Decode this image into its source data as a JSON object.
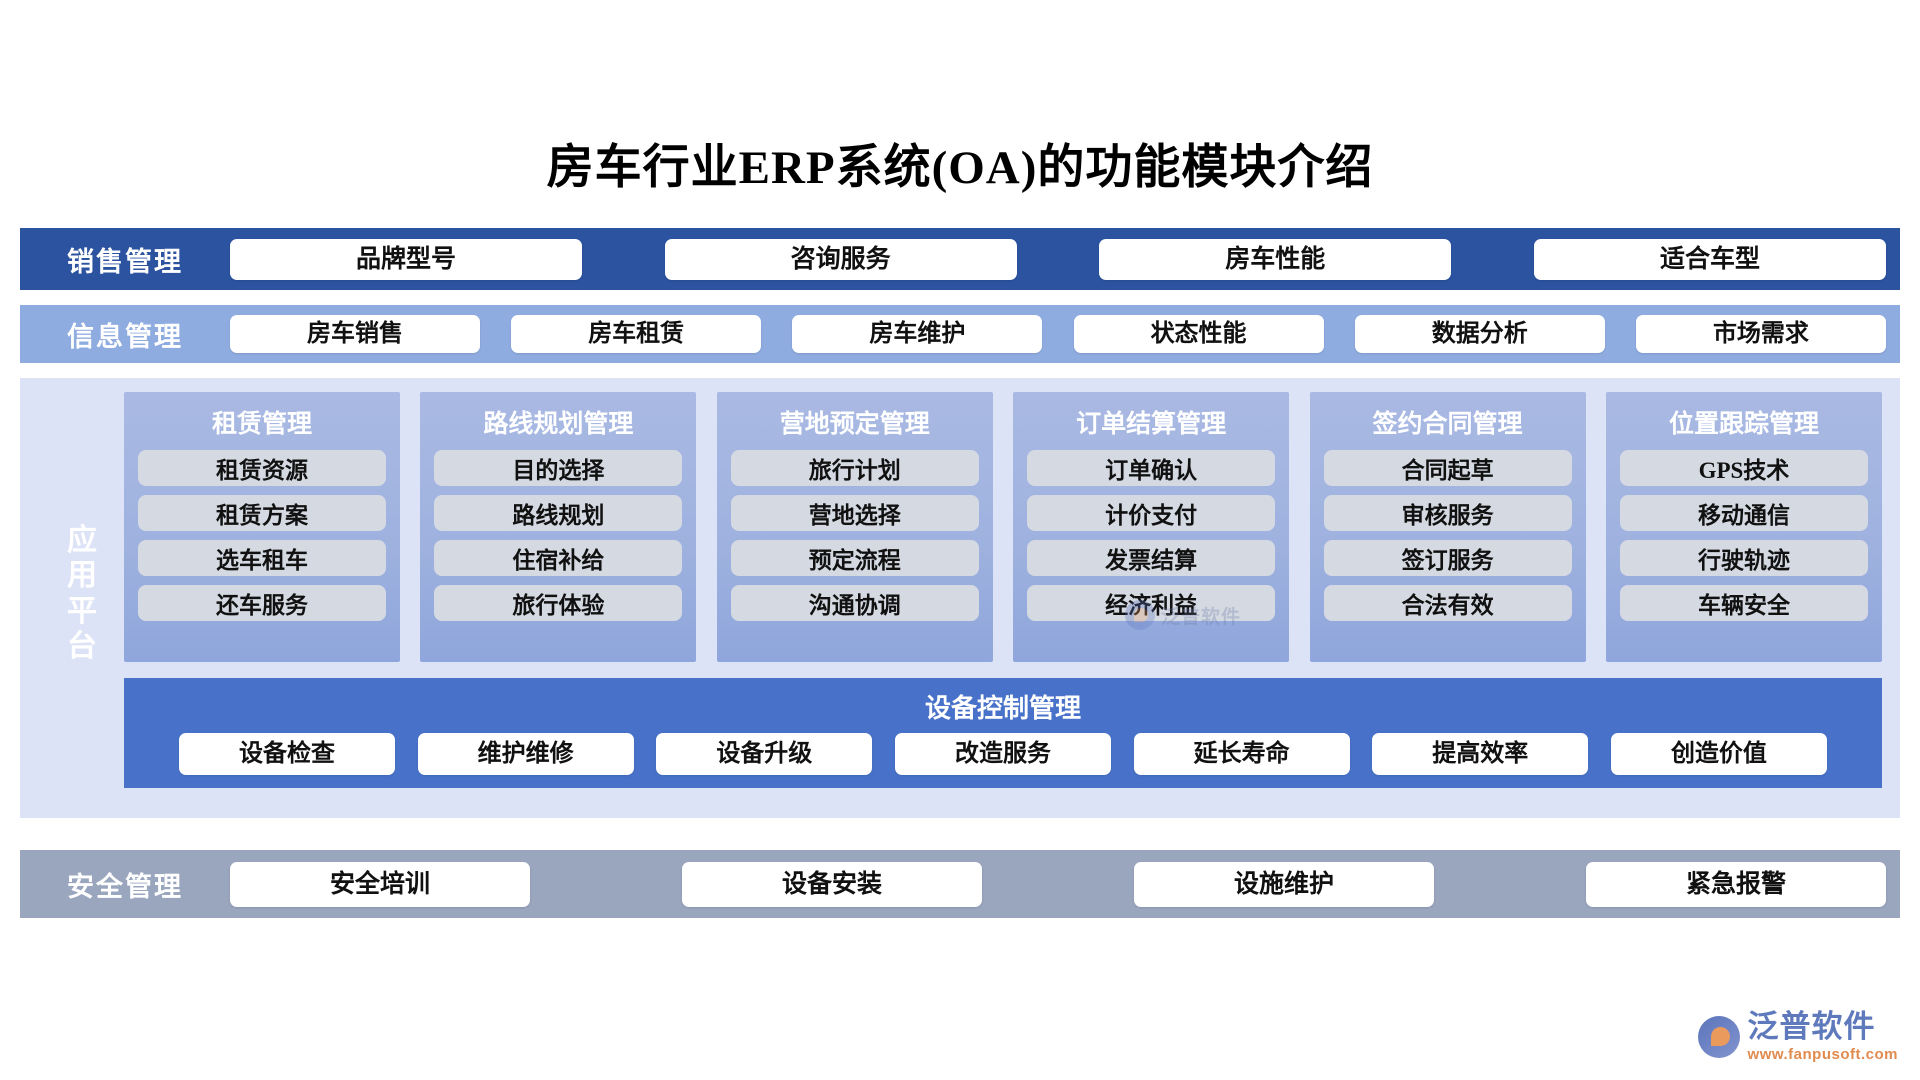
{
  "title": "房车行业ERP系统(OA)的功能模块介绍",
  "colors": {
    "sales_band": "#2B53A0",
    "info_band": "#8FACE0",
    "app_platform": "#DDE3F6",
    "column": "#A0B2DF",
    "column_item": "#D4D9E2",
    "device_bar": "#4872C9",
    "safety_band": "#9AA6BE",
    "pill": "#FFFFFF",
    "logo_blue": "#5F79BD",
    "logo_orange": "#E08A4E"
  },
  "sales": {
    "label": "销售管理",
    "items": [
      "品牌型号",
      "咨询服务",
      "房车性能",
      "适合车型"
    ]
  },
  "info": {
    "label": "信息管理",
    "items": [
      "房车销售",
      "房车租赁",
      "房车维护",
      "状态性能",
      "数据分析",
      "市场需求"
    ]
  },
  "app_platform": {
    "label_chars": [
      "应",
      "用",
      "平",
      "台"
    ],
    "columns": [
      {
        "title": "租赁管理",
        "items": [
          "租赁资源",
          "租赁方案",
          "选车租车",
          "还车服务"
        ]
      },
      {
        "title": "路线规划管理",
        "items": [
          "目的选择",
          "路线规划",
          "住宿补给",
          "旅行体验"
        ]
      },
      {
        "title": "营地预定管理",
        "items": [
          "旅行计划",
          "营地选择",
          "预定流程",
          "沟通协调"
        ]
      },
      {
        "title": "订单结算管理",
        "items": [
          "订单确认",
          "计价支付",
          "发票结算",
          "经济利益"
        ]
      },
      {
        "title": "签约合同管理",
        "items": [
          "合同起草",
          "审核服务",
          "签订服务",
          "合法有效"
        ]
      },
      {
        "title": "位置跟踪管理",
        "items": [
          "GPS技术",
          "移动通信",
          "行驶轨迹",
          "车辆安全"
        ]
      }
    ],
    "device_control": {
      "title": "设备控制管理",
      "items": [
        "设备检查",
        "维护维修",
        "设备升级",
        "改造服务",
        "延长寿命",
        "提高效率",
        "创造价值"
      ]
    }
  },
  "safety": {
    "label": "安全管理",
    "items": [
      "安全培训",
      "设备安装",
      "设施维护",
      "紧急报警"
    ]
  },
  "watermark": {
    "text": "泛普软件"
  },
  "logo": {
    "name": "泛普软件",
    "url": "www.fanpusoft.com"
  }
}
